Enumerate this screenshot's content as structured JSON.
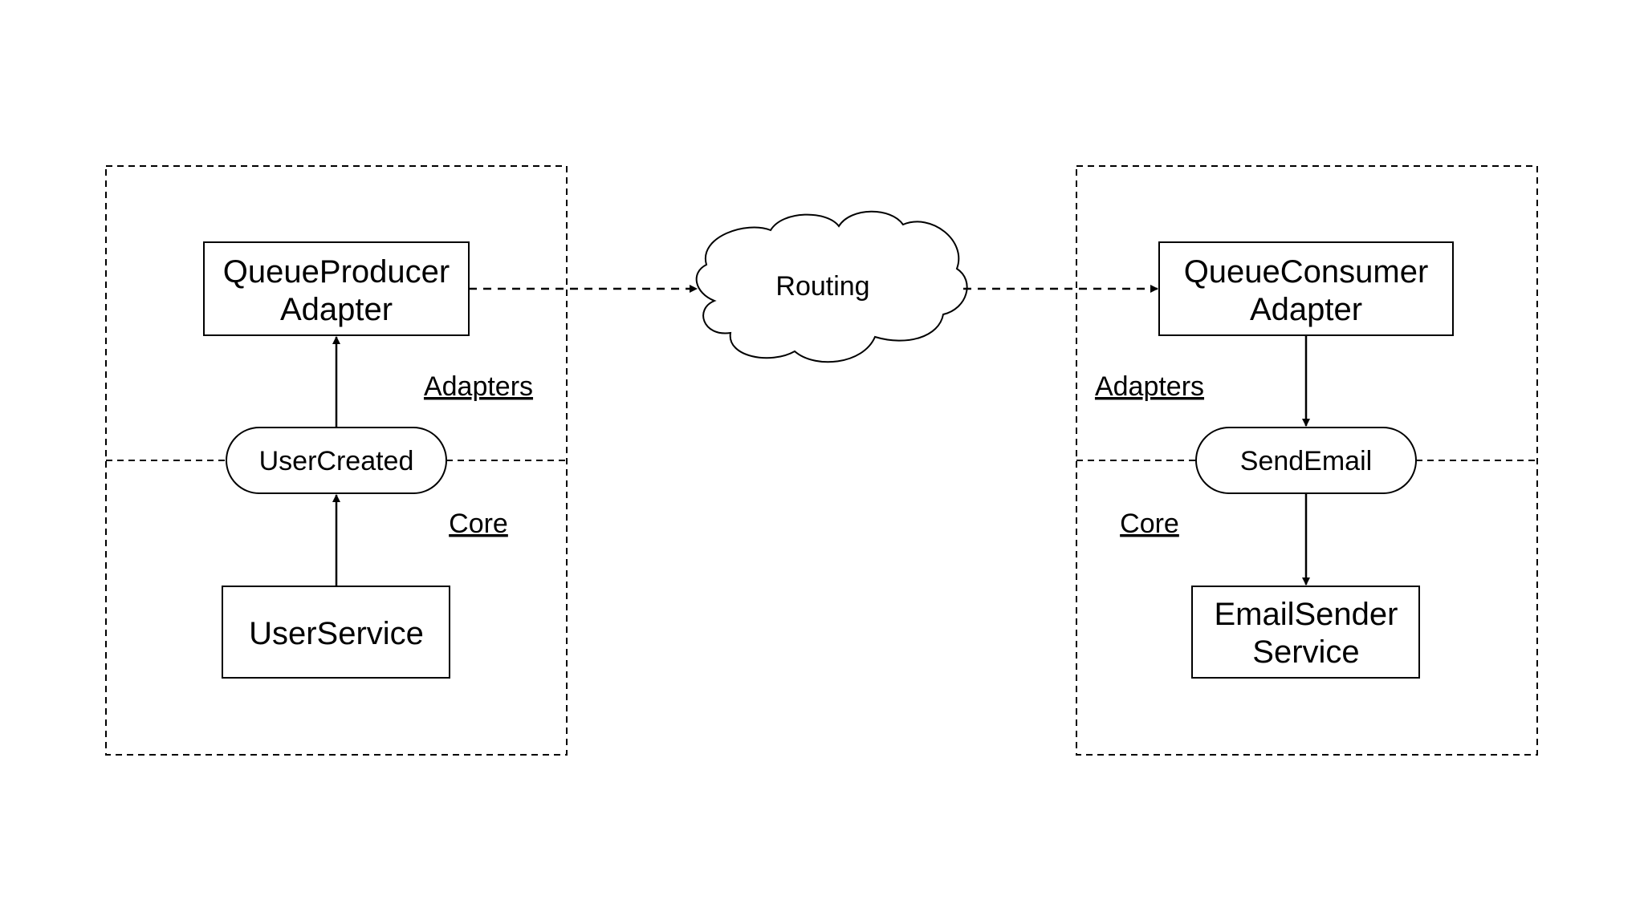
{
  "diagram": {
    "producer": {
      "adapter": {
        "line1": "QueueProducer",
        "line2": "Adapter"
      },
      "event": "UserCreated",
      "service": "UserService",
      "adapters_label": "Adapters",
      "core_label": "Core"
    },
    "routing": "Routing",
    "consumer": {
      "adapter": {
        "line1": "QueueConsumer",
        "line2": "Adapter"
      },
      "event": "SendEmail",
      "service": {
        "line1": "EmailSender",
        "line2": "Service"
      },
      "adapters_label": "Adapters",
      "core_label": "Core"
    }
  }
}
